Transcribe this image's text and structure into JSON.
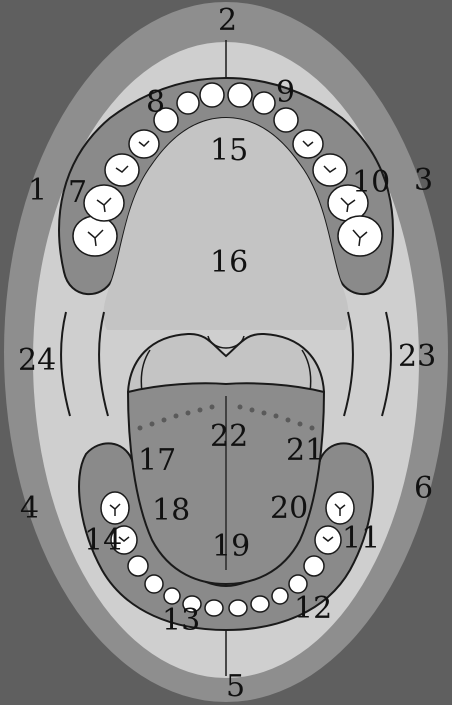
{
  "diagram": {
    "colors": {
      "frame": "#5f5f5f",
      "outer_lip": "#8e8e8e",
      "oral_mucosa": "#cfcfcf",
      "gum_ridge": "#8a8a8a",
      "palate": "#c4c4c4",
      "tongue": "#8c8c8c",
      "teeth": "#ffffff",
      "outline": "#1a1a1a",
      "papilla_dots": "#5a5a5a"
    },
    "labels": [
      "1",
      "2",
      "3",
      "4",
      "5",
      "6",
      "7",
      "8",
      "9",
      "10",
      "11",
      "12",
      "13",
      "14",
      "15",
      "16",
      "17",
      "18",
      "19",
      "20",
      "21",
      "22",
      "23",
      "24"
    ]
  }
}
